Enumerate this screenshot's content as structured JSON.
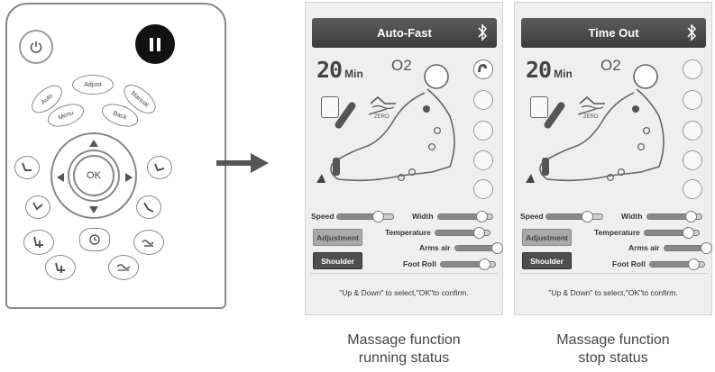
{
  "remote": {
    "buttons": {
      "adjust": "Adjust",
      "auto": "Auto",
      "manual": "Manual",
      "menu": "Menu",
      "back": "Back",
      "ok": "OK"
    }
  },
  "panels": [
    {
      "title": "Auto-Fast",
      "time_value": "20",
      "time_unit": "Min",
      "oxygen": "O2",
      "zero_label": "ZERO",
      "sliders": {
        "speed": "Speed",
        "width": "Width",
        "temperature": "Temperature",
        "arms_air": "Arms air",
        "foot_roll": "Foot Roll"
      },
      "buttons": {
        "adjustment": "Adjustment",
        "shoulder": "Shoulder"
      },
      "hint": "\"Up & Down\" to select,\"OK\"to confirm.",
      "caption_line1": "Massage function",
      "caption_line2": "running status"
    },
    {
      "title": "Time Out",
      "time_value": "20",
      "time_unit": "Min",
      "oxygen": "O2",
      "zero_label": "ZERO",
      "sliders": {
        "speed": "Speed",
        "width": "Width",
        "temperature": "Temperature",
        "arms_air": "Arms air",
        "foot_roll": "Foot Roll"
      },
      "buttons": {
        "adjustment": "Adjustment",
        "shoulder": "Shoulder"
      },
      "hint": "\"Up & Down\" to select,\"OK\"to confirm.",
      "caption_line1": "Massage function",
      "caption_line2": "stop status"
    }
  ],
  "colors": {
    "panel_bg": "#efefef",
    "titlebar": "#4a4a4a",
    "arrow": "#555555"
  }
}
